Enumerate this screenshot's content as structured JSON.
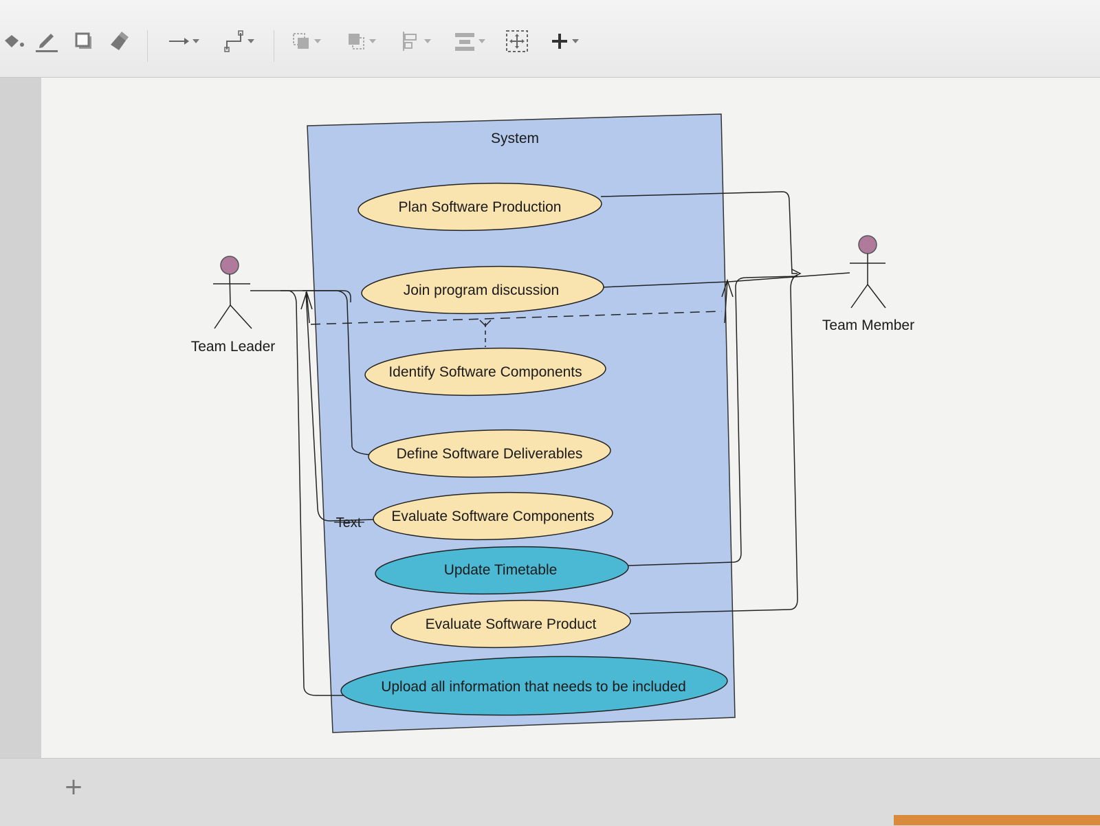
{
  "toolbar": {
    "items": [
      {
        "name": "fill-color",
        "icon": "paint-bucket-icon"
      },
      {
        "name": "line-color",
        "icon": "pencil-icon"
      },
      {
        "name": "shadow",
        "icon": "square-shadow-icon"
      },
      {
        "name": "format-painter",
        "icon": "brush-icon"
      },
      {
        "name": "connection-style",
        "icon": "arrow-right-icon"
      },
      {
        "name": "waypoints",
        "icon": "elbow-connector-icon"
      },
      {
        "name": "to-front",
        "icon": "to-front-icon"
      },
      {
        "name": "to-back",
        "icon": "to-back-icon"
      },
      {
        "name": "align",
        "icon": "align-icon"
      },
      {
        "name": "distribute",
        "icon": "distribute-icon"
      },
      {
        "name": "fit",
        "icon": "fit-selection-icon"
      },
      {
        "name": "insert",
        "icon": "plus-icon"
      }
    ]
  },
  "diagram": {
    "system_title": "System",
    "actors": {
      "team_leader": "Team Leader",
      "team_member": "Team Member"
    },
    "use_cases": [
      {
        "label": "Plan Software Production",
        "color": "#f9e3ae"
      },
      {
        "label": "Join program discussion",
        "color": "#f9e3ae"
      },
      {
        "label": "Identify Software Components",
        "color": "#f9e3ae"
      },
      {
        "label": "Define Software Deliverables",
        "color": "#f9e3ae"
      },
      {
        "label": "Evaluate Software Components",
        "color": "#f9e3ae"
      },
      {
        "label": "Update Timetable",
        "color": "#4bb9d3"
      },
      {
        "label": "Evaluate Software Product",
        "color": "#f9e3ae"
      },
      {
        "label": "Upload all information that needs to be included",
        "color": "#4bb9d3"
      }
    ],
    "edge_label": "Text",
    "colors": {
      "system_fill": "#b4c9ec",
      "actor_head": "#b07a9c",
      "line": "#222222"
    }
  },
  "footer": {
    "add_page_icon": "plus-icon"
  }
}
